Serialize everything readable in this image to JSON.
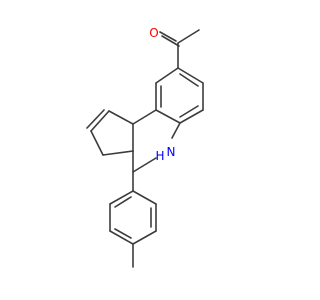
{
  "molecule": {
    "atoms": {
      "oxygen": {
        "symbol": "O",
        "color": "#ff0000"
      },
      "nitrogen": {
        "symbol": "N",
        "color": "#0000ff"
      },
      "nitrogen_hydrogen": {
        "symbol": "H",
        "color": "#0000ff"
      }
    },
    "bond_color": "#3c3c3c",
    "background": "#ffffff"
  }
}
